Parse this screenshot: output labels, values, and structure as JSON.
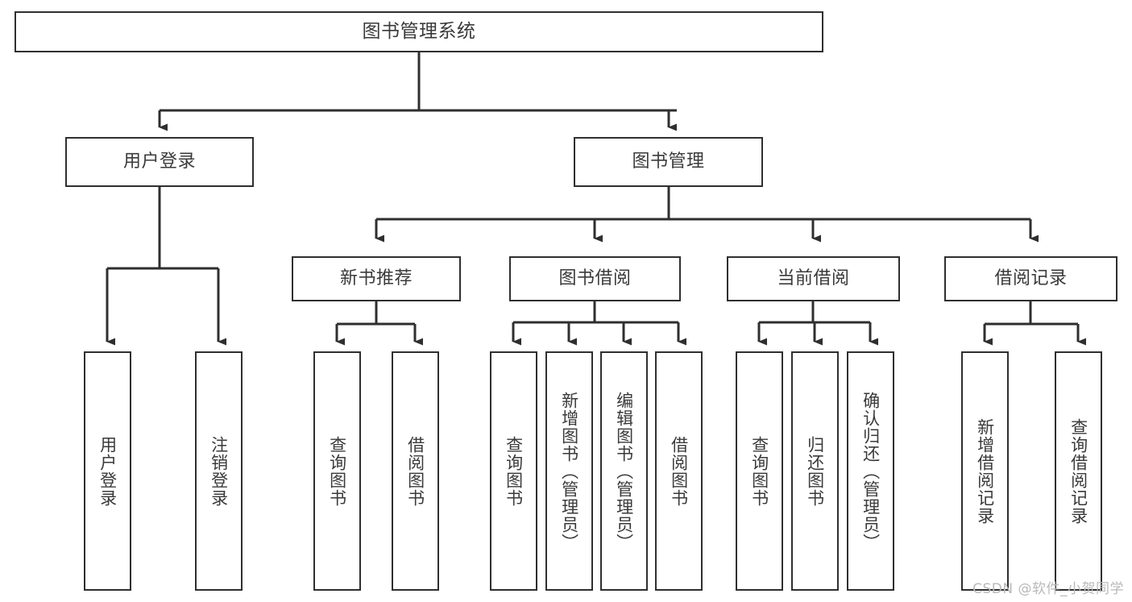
{
  "diagram": {
    "type": "tree",
    "title": "图书管理系统",
    "orientation": "top-down",
    "style": {
      "box_border_color": "#2f2f2f",
      "box_fill_color": "#ffffff",
      "edge_color": "#2f2f2f",
      "text_color": "#3a3a3a",
      "background": "#ffffff"
    },
    "watermark": "CSDN @软件_小贺同学",
    "nodes": {
      "root": {
        "label": "图书管理系统"
      },
      "level1": [
        {
          "id": "user-login",
          "label": "用户登录"
        },
        {
          "id": "book-manage",
          "label": "图书管理"
        }
      ],
      "level2": [
        {
          "id": "new-book-rec",
          "label": "新书推荐"
        },
        {
          "id": "book-borrow",
          "label": "图书借阅"
        },
        {
          "id": "current-borrow",
          "label": "当前借阅"
        },
        {
          "id": "borrow-record",
          "label": "借阅记录"
        }
      ],
      "leaves": {
        "user-login": [
          {
            "id": "leaf-user-login",
            "label": "用户登录"
          },
          {
            "id": "leaf-user-logout",
            "label": "注销登录"
          }
        ],
        "new-book-rec": [
          {
            "id": "leaf-query-book-1",
            "label": "查询图书"
          },
          {
            "id": "leaf-borrow-book-1",
            "label": "借阅图书"
          }
        ],
        "book-borrow": [
          {
            "id": "leaf-query-book-2",
            "label": "查询图书"
          },
          {
            "id": "leaf-add-book",
            "label": "新增图书（管理员）"
          },
          {
            "id": "leaf-edit-book",
            "label": "编辑图书（管理员）"
          },
          {
            "id": "leaf-borrow-book-2",
            "label": "借阅图书"
          }
        ],
        "current-borrow": [
          {
            "id": "leaf-query-book-3",
            "label": "查询图书"
          },
          {
            "id": "leaf-return-book",
            "label": "归还图书"
          },
          {
            "id": "leaf-confirm-return",
            "label": "确认归还（管理员）"
          }
        ],
        "borrow-record": [
          {
            "id": "leaf-add-record",
            "label": "新增借阅记录"
          },
          {
            "id": "leaf-query-record",
            "label": "查询借阅记录"
          }
        ]
      }
    }
  }
}
